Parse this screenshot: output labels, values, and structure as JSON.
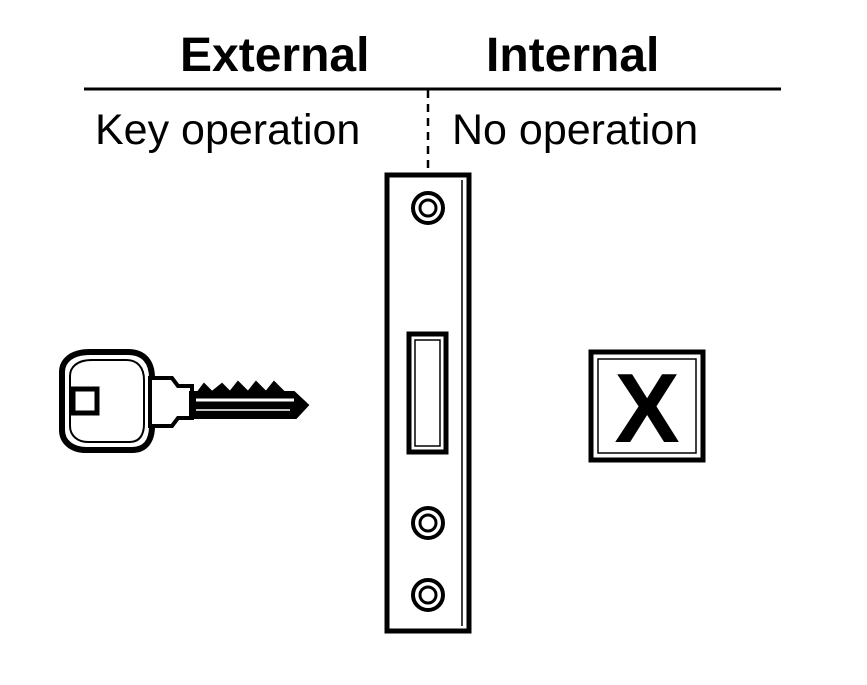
{
  "external": {
    "title": "External",
    "operation": "Key operation",
    "operation_icon": "key-icon"
  },
  "internal": {
    "title": "Internal",
    "operation": "No operation",
    "operation_icon": "cross-box-icon",
    "cross_glyph": "X"
  },
  "center_part": "lock-forend-plate",
  "colors": {
    "ink": "#000000",
    "background": "#ffffff"
  }
}
